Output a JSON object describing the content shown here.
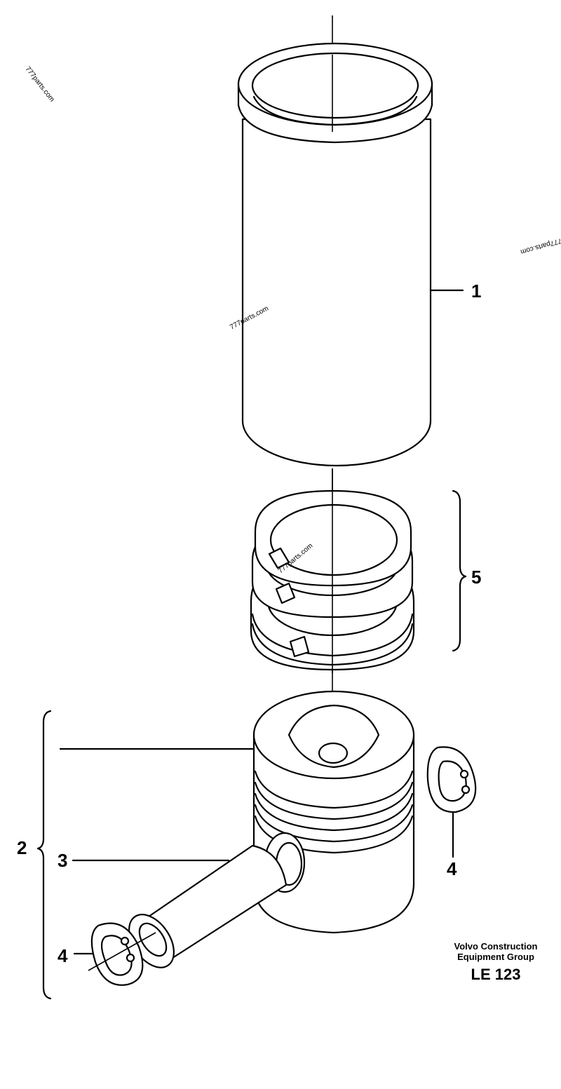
{
  "callouts": {
    "c1": "1",
    "c2": "2",
    "c3": "3",
    "c4a": "4",
    "c4b": "4",
    "c5": "5"
  },
  "credit": {
    "line1": "Volvo Construction",
    "line2": "Equipment  Group",
    "code": "LE 123"
  },
  "watermarks": {
    "wm1": "777parts.com",
    "wm2": "777parts.com",
    "wm3": "777parts.com",
    "wm4": "777parts.com"
  },
  "colors": {
    "ink": "#000000",
    "paper": "#ffffff"
  }
}
